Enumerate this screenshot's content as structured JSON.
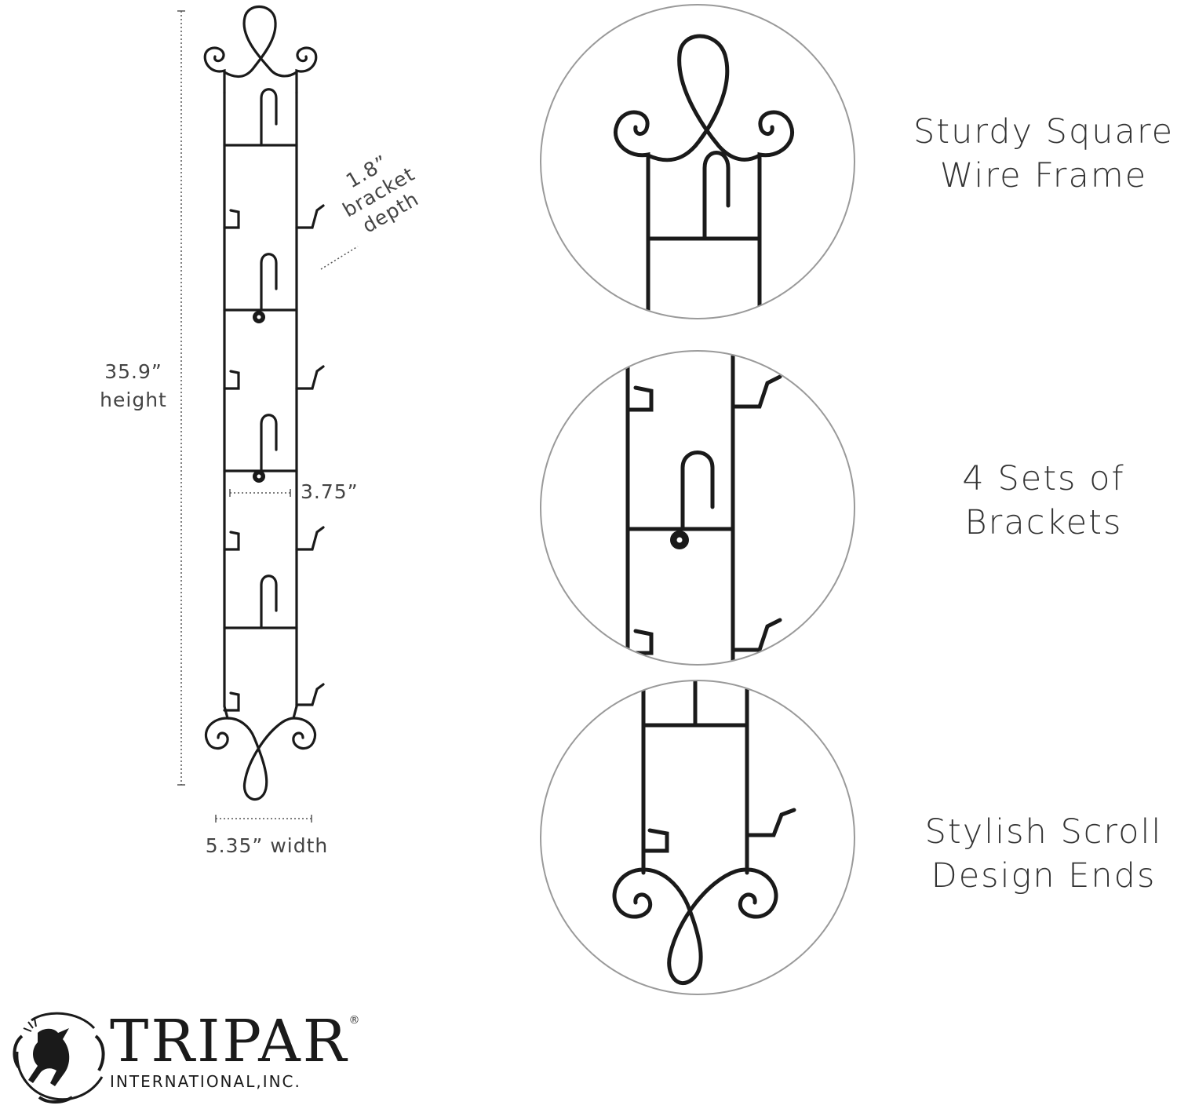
{
  "dimensions": {
    "height_value": "35.9”",
    "height_word": "height",
    "depth_value": "1.8”",
    "depth_word1": "bracket",
    "depth_word2": "depth",
    "spacing_value": "3.75”",
    "width_label": "5.35” width"
  },
  "features": [
    {
      "line1": "Sturdy Square",
      "line2": "Wire Frame"
    },
    {
      "line1": "4 Sets of",
      "line2": "Brackets"
    },
    {
      "line1": "Stylish Scroll",
      "line2": "Design Ends"
    }
  ],
  "brand": {
    "name": "TRIPAR",
    "registered": "®",
    "subtitle": "INTERNATIONAL,INC."
  },
  "colors": {
    "wire": "#1a1a1a",
    "circle_border": "#9a9a9a",
    "dim_line": "#555555"
  }
}
